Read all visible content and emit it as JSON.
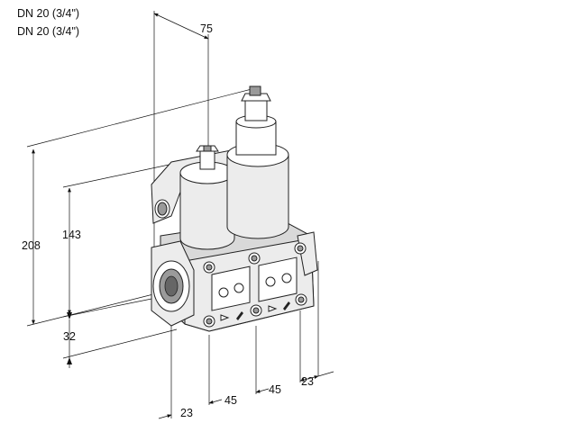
{
  "header": {
    "line1": "DN 20 (3/4\")",
    "line2": "DN 20 (3/4\")"
  },
  "dimensions": {
    "width_top": "75",
    "height_total": "208",
    "height_mid": "143",
    "height_low": "32",
    "bottom_a": "23",
    "bottom_b": "45",
    "bottom_c": "45",
    "bottom_d": "23"
  },
  "colors": {
    "line": "#111111",
    "body": "#d9d9d9"
  }
}
